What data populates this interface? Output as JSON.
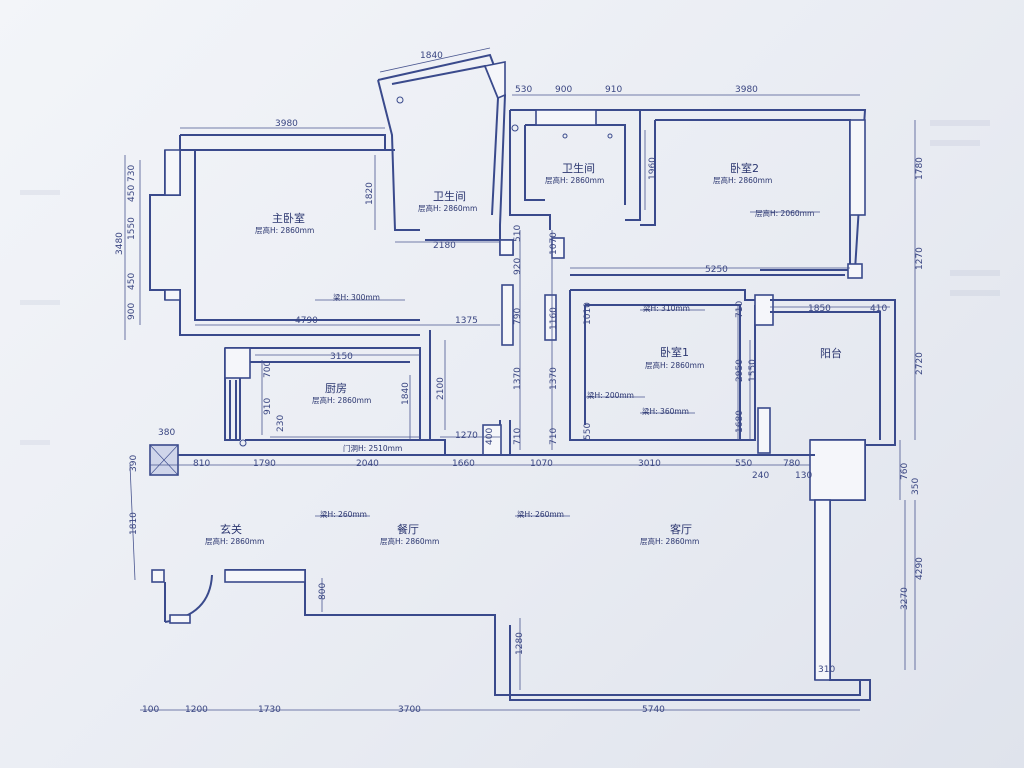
{
  "rooms": {
    "master_bedroom": {
      "name": "主卧室",
      "height": "层高H: 2860mm"
    },
    "bathroom_1": {
      "name": "卫生间",
      "height": "层高H: 2860mm"
    },
    "bathroom_2": {
      "name": "卫生间",
      "height": "层高H: 2860mm"
    },
    "bedroom_2": {
      "name": "卧室2",
      "height": "层高H: 2860mm",
      "extra": "层高H: 2060mm"
    },
    "kitchen": {
      "name": "厨房",
      "height": "层高H: 2860mm"
    },
    "bedroom_1": {
      "name": "卧室1",
      "height": "层高H: 2860mm"
    },
    "balcony": {
      "name": "阳台"
    },
    "entrance": {
      "name": "玄关",
      "height": "层高H: 2860mm"
    },
    "dining": {
      "name": "餐厅",
      "height": "层高H: 2860mm"
    },
    "living": {
      "name": "客厅",
      "height": "层高H: 2860mm"
    }
  },
  "notes": {
    "beam_300": "梁H: 300mm",
    "beam_310": "梁H: 310mm",
    "beam_200": "梁H: 200mm",
    "beam_360": "梁H: 360mm",
    "beam_260_a": "梁H: 260mm",
    "beam_260_b": "梁H: 260mm",
    "door_opening": "门洞H: 2510mm"
  },
  "dims": {
    "top_bath": "1840",
    "top_530": "530",
    "top_900": "900",
    "top_910": "910",
    "top_3980_right": "3980",
    "top_3980_left": "3980",
    "left_730": "730",
    "left_450a": "450",
    "left_1550": "1550",
    "left_3480": "3480",
    "left_450b": "450",
    "left_900": "900",
    "bath_1820": "1820",
    "bath_2180": "2180",
    "bath2_1960": "1960",
    "v_510": "510",
    "v_1070": "1070",
    "v_920": "920",
    "v_790": "790",
    "v_1160": "1160",
    "v_1370a": "1370",
    "v_1370b": "1370",
    "v_710a": "710",
    "v_710b": "710",
    "h_4790": "4790",
    "h_1375": "1375",
    "h_5250": "5250",
    "h_1850": "1850",
    "h_410": "410",
    "k_3150": "3150",
    "k_700": "700",
    "k_910": "910",
    "k_230": "230",
    "k_1840": "1840",
    "k_2100": "2100",
    "k_1270": "1270",
    "k_400": "400",
    "b1_1010": "1010",
    "b1_710": "710",
    "b1_2950": "2950",
    "b1_1550": "1550",
    "b1_1680": "1680",
    "b1_550": "550",
    "r_1780": "1780",
    "r_1270": "1270",
    "r_2720": "2720",
    "r_760": "760",
    "r_350": "350",
    "r_4290": "4290",
    "r_3270": "3270",
    "mid_380": "380",
    "mid_390": "390",
    "mid_810": "810",
    "mid_1790": "1790",
    "mid_2040": "2040",
    "mid_1660": "1660",
    "mid_1070": "1070",
    "mid_3010": "3010",
    "mid_550": "550",
    "mid_780": "780",
    "mid_240": "240",
    "mid_130": "130",
    "l_1810": "1810",
    "l_800": "800",
    "l_1280": "1280",
    "l_310": "310",
    "bot_100": "100",
    "bot_1200": "1200",
    "bot_1730": "1730",
    "bot_3700": "3700",
    "bot_5740": "5740"
  }
}
